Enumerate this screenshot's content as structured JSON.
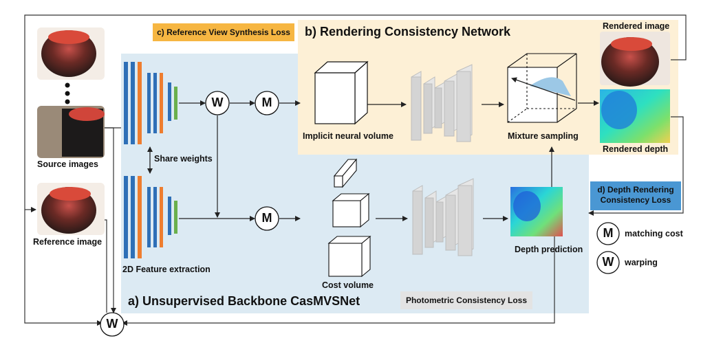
{
  "panels": {
    "backbone_title": "a) Unsupervised Backbone CasMVSNet",
    "rendering_title": "b) Rendering Consistency Network"
  },
  "losses": {
    "reference_view": "c) Reference View Synthesis Loss",
    "depth_rendering_line1": "d) Depth Rendering",
    "depth_rendering_line2": "Consistency Loss",
    "photometric": "Photometric Consistency Loss"
  },
  "labels": {
    "source_images": "Source images",
    "reference_image": "Reference image",
    "share_weights": "Share weights",
    "feature_extraction": "2D Feature extraction",
    "implicit_volume": "Implicit neural volume",
    "mixture_sampling": "Mixture sampling",
    "rendered_image": "Rendered image",
    "rendered_depth": "Rendered depth",
    "cost_volume": "Cost volume",
    "depth_prediction": "Depth prediction"
  },
  "nodes": {
    "warp": "W",
    "match": "M"
  },
  "legend": {
    "matching_cost_symbol": "M",
    "matching_cost": "matching cost",
    "warping_symbol": "W",
    "warping": "warping"
  },
  "colors": {
    "backbone_bg": "#dceaf3",
    "rendering_bg": "#fdf0d6",
    "ref_loss_bg": "#f6b642",
    "depth_loss_bg": "#4a97d3",
    "photometric_bg": "#e3e3e3",
    "feature_blue": "#2e6fb7",
    "feature_orange": "#ee7d2f",
    "feature_green": "#6ab04c"
  }
}
